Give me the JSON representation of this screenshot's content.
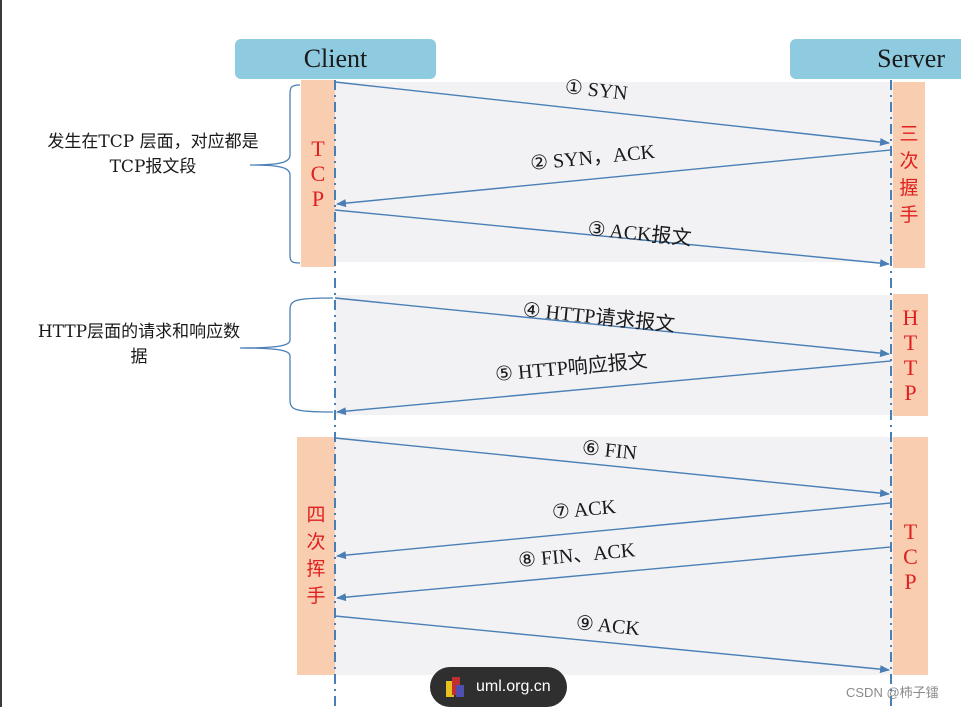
{
  "actors": {
    "client": "Client",
    "server": "Server"
  },
  "client_tags": {
    "tcp_top": [
      "T",
      "C",
      "P"
    ],
    "four_way": [
      "四",
      "次",
      "挥",
      "手"
    ]
  },
  "server_tags": {
    "three_way": [
      "三",
      "次",
      "握",
      "手"
    ],
    "http": [
      "H",
      "T",
      "T",
      "P"
    ],
    "tcp_bottom": [
      "T",
      "C",
      "P"
    ]
  },
  "notes": {
    "tcp_note": [
      "发生在TCP 层面，对应都是",
      "TCP报文段"
    ],
    "http_note": [
      "HTTP层面的请求和响应数",
      "据"
    ]
  },
  "messages": [
    {
      "num": "①",
      "label": "SYN",
      "direction": "client-to-server"
    },
    {
      "num": "②",
      "label": "SYN，ACK",
      "direction": "server-to-client"
    },
    {
      "num": "③",
      "label": "ACK报文",
      "direction": "client-to-server"
    },
    {
      "num": "④",
      "label": "HTTP请求报文",
      "direction": "client-to-server"
    },
    {
      "num": "⑤",
      "label": "HTTP响应报文",
      "direction": "server-to-client"
    },
    {
      "num": "⑥",
      "label": "FIN",
      "direction": "client-to-server"
    },
    {
      "num": "⑦",
      "label": "ACK",
      "direction": "server-to-client"
    },
    {
      "num": "⑧",
      "label": "FIN、ACK",
      "direction": "server-to-client"
    },
    {
      "num": "⑨",
      "label": "ACK",
      "direction": "client-to-server"
    }
  ],
  "overlay": {
    "badge_text": "uml.org.cn",
    "watermark": "CSDN @柿子镭"
  },
  "colors": {
    "actor_fill": "#8ecae0",
    "tag_fill": "#f8cdb0",
    "tag_text": "#e02020",
    "arrow": "#4a7fb5",
    "band": "#f2f2f5"
  }
}
